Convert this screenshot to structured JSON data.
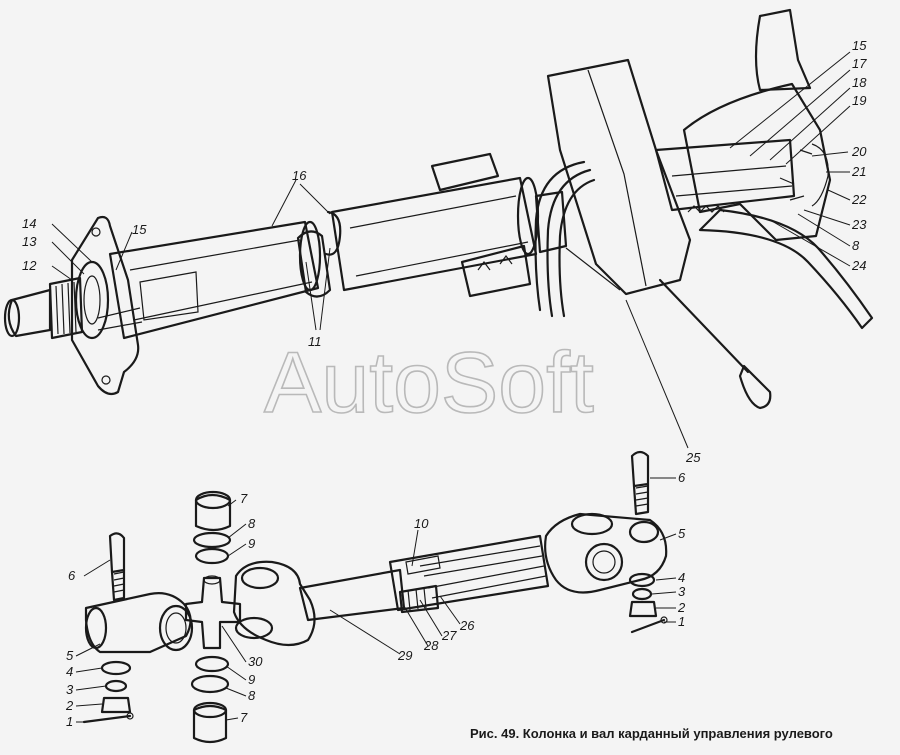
{
  "watermark": "AutoSoft",
  "caption": "Рис. 49. Колонка и вал карданный управления рулевого",
  "labels": {
    "l15a": "15",
    "l17": "17",
    "l18": "18",
    "l19": "19",
    "l20": "20",
    "l21": "21",
    "l22": "22",
    "l23": "23",
    "l8a": "8",
    "l24": "24",
    "l16": "16",
    "l14": "14",
    "l13": "13",
    "l15b": "15",
    "l12": "12",
    "l11": "11",
    "l25": "25",
    "l6a": "6",
    "l5a": "5",
    "l4a": "4",
    "l3a": "3",
    "l2a": "2",
    "l1a": "1",
    "l10": "10",
    "l7a": "7",
    "l8b": "8",
    "l9a": "9",
    "l6b": "6",
    "l5b": "5",
    "l4b": "4",
    "l3b": "3",
    "l2b": "2",
    "l1b": "1",
    "l30": "30",
    "l9b": "9",
    "l8c": "8",
    "l7b": "7",
    "l29": "29",
    "l28": "28",
    "l27": "27",
    "l26": "26"
  }
}
